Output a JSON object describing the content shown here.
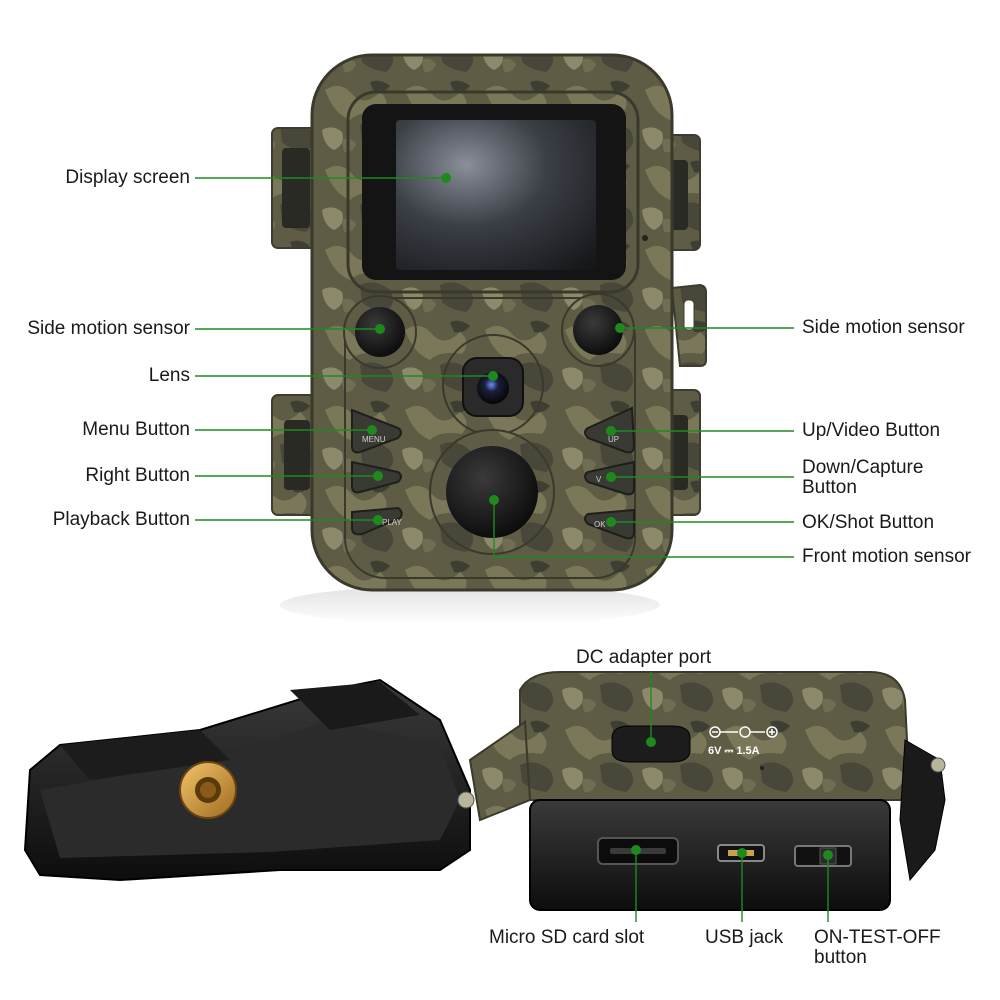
{
  "colors": {
    "leader": "#1e8a1e",
    "camo_dark": "#4b4a36",
    "camo_mid": "#6b6a4e",
    "camo_light": "#8a8766"
  },
  "callouts": {
    "display_screen": "Display screen",
    "side_motion_left": "Side motion sensor",
    "side_motion_right": "Side motion sensor",
    "lens": "Lens",
    "menu_button": "Menu Button",
    "right_button": "Right Button",
    "playback_button": "Playback Button",
    "up_video_button": "Up/Video Button",
    "down_capture_line1": "Down/Capture",
    "down_capture_line2": "Button",
    "ok_shot_button": "OK/Shot Button",
    "front_motion_sensor": "Front motion sensor",
    "dc_adapter_port": "DC adapter port",
    "micro_sd_slot": "Micro SD card slot",
    "usb_jack": "USB jack",
    "on_test_off_line1": "ON-TEST-OFF",
    "on_test_off_line2": "button"
  },
  "device_markings": {
    "menu": "MENU",
    "up": "UP",
    "v": "V",
    "ok": "OK",
    "play": "PLAY",
    "power_rating": "6V ⎓ 1.5A"
  },
  "icons": [
    "polarity-icon",
    "tripod-thread-icon"
  ]
}
